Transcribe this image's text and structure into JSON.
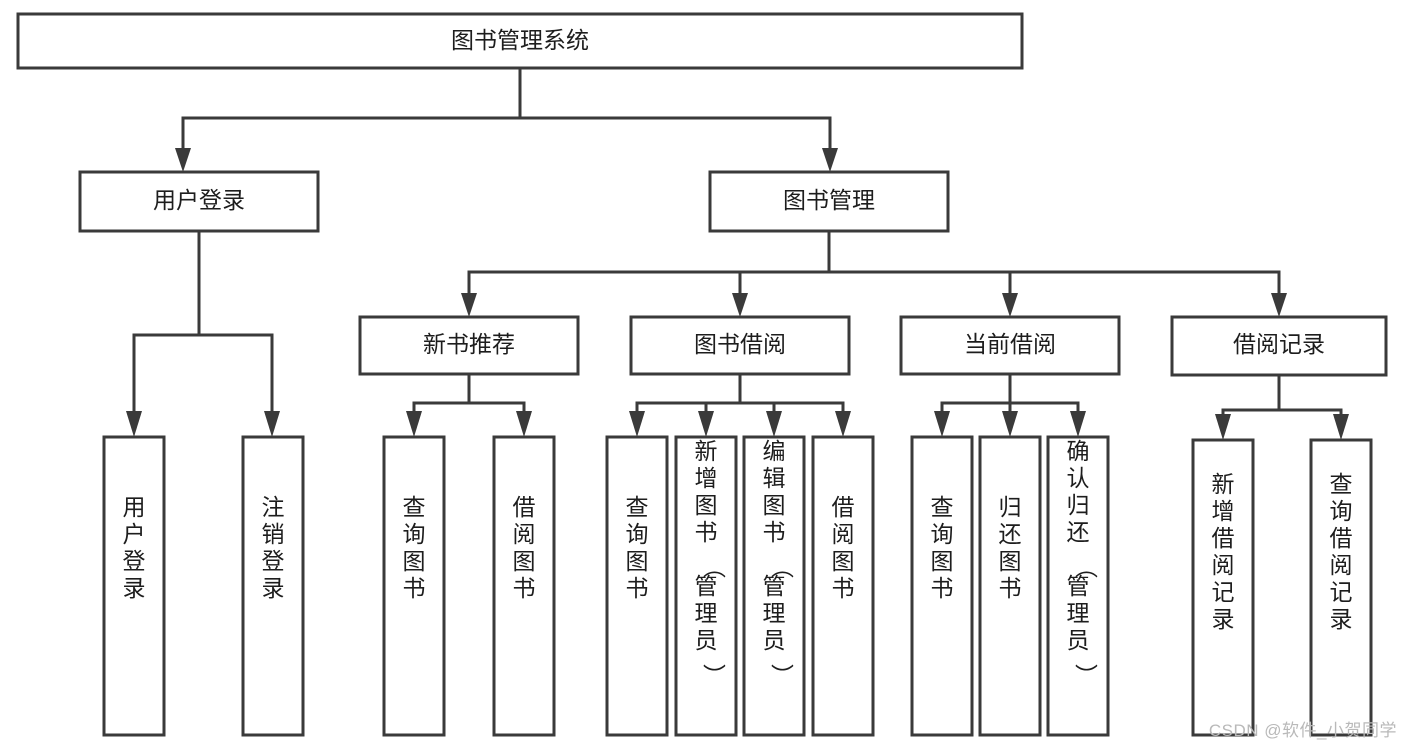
{
  "diagram": {
    "type": "tree",
    "title": "图书管理系统",
    "orientation": "top-down",
    "colors": {
      "box_stroke": "#3a3a3a",
      "box_fill": "#ffffff",
      "edge": "#3a3a3a",
      "text": "#1d1d1d",
      "background": "#ffffff",
      "watermark": "#b9b9b9"
    },
    "root": {
      "id": "root",
      "label": "图书管理系统",
      "orientation": "horizontal"
    },
    "level2": [
      {
        "id": "user-login",
        "label": "用户登录",
        "orientation": "horizontal"
      },
      {
        "id": "book-manage",
        "label": "图书管理",
        "orientation": "horizontal"
      }
    ],
    "level3": [
      {
        "id": "new-book-recommend",
        "label": "新书推荐",
        "orientation": "horizontal",
        "parent": "book-manage"
      },
      {
        "id": "book-borrow",
        "label": "图书借阅",
        "orientation": "horizontal",
        "parent": "book-manage"
      },
      {
        "id": "current-borrow",
        "label": "当前借阅",
        "orientation": "horizontal",
        "parent": "book-manage"
      },
      {
        "id": "borrow-record",
        "label": "借阅记录",
        "orientation": "horizontal",
        "parent": "book-manage"
      }
    ],
    "leaves": [
      {
        "id": "leaf-user-login",
        "label": "用户登录",
        "orientation": "vertical",
        "parent": "user-login"
      },
      {
        "id": "leaf-logout-login",
        "label": "注销登录",
        "orientation": "vertical",
        "parent": "user-login"
      },
      {
        "id": "leaf-query-book-1",
        "label": "查询图书",
        "orientation": "vertical",
        "parent": "new-book-recommend"
      },
      {
        "id": "leaf-borrow-book-1",
        "label": "借阅图书",
        "orientation": "vertical",
        "parent": "new-book-recommend"
      },
      {
        "id": "leaf-query-book-2",
        "label": "查询图书",
        "orientation": "vertical",
        "parent": "book-borrow"
      },
      {
        "id": "leaf-add-book",
        "label": "新增图书（管理员）",
        "orientation": "vertical",
        "parent": "book-borrow"
      },
      {
        "id": "leaf-edit-book",
        "label": "编辑图书（管理员）",
        "orientation": "vertical",
        "parent": "book-borrow"
      },
      {
        "id": "leaf-borrow-book-2",
        "label": "借阅图书",
        "orientation": "vertical",
        "parent": "book-borrow"
      },
      {
        "id": "leaf-query-book-3",
        "label": "查询图书",
        "orientation": "vertical",
        "parent": "current-borrow"
      },
      {
        "id": "leaf-return-book",
        "label": "归还图书",
        "orientation": "vertical",
        "parent": "current-borrow"
      },
      {
        "id": "leaf-confirm-return",
        "label": "确认归还（管理员）",
        "orientation": "vertical",
        "parent": "current-borrow"
      },
      {
        "id": "leaf-add-borrow-record",
        "label": "新增借阅记录",
        "orientation": "vertical",
        "parent": "borrow-record"
      },
      {
        "id": "leaf-query-borrow-record",
        "label": "查询借阅记录",
        "orientation": "vertical",
        "parent": "borrow-record"
      }
    ]
  },
  "watermark": {
    "text": "CSDN @软件_小贺同学"
  }
}
